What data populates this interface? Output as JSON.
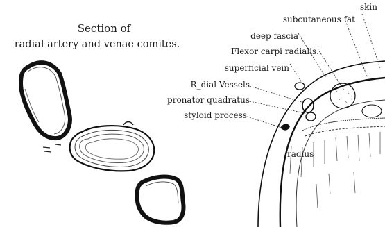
{
  "left_panel": {
    "title_line1": "Section of",
    "title_line2": "radial artery and venae comites."
  },
  "right_panel": {
    "labels": {
      "skin": "skin",
      "subcutaneous_fat": "subcutaneous fat",
      "deep_fascia": "deep fascia",
      "flexor_carpi_radialis": "Flexor carpi radialis.",
      "superficial_vein": "superficial vein",
      "radial_vessels": "R_dial Vessels",
      "pronator_quadratus": "pronator quadratus",
      "styloid_process": "styloid process",
      "radius": "radius"
    }
  }
}
